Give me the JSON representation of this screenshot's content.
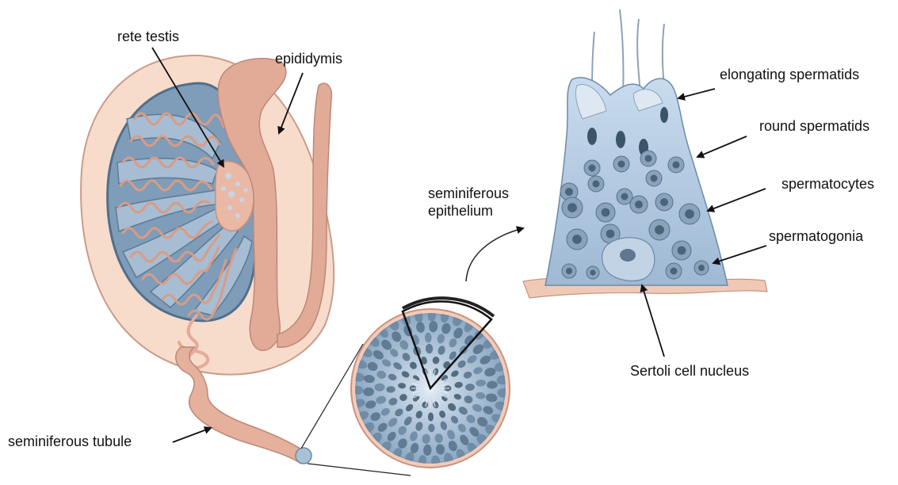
{
  "labels": {
    "rete_testis": "rete testis",
    "epididymis": "epididymis",
    "elongating_spermatids": "elongating spermatids",
    "round_spermatids": "round spermatids",
    "spermatocytes": "spermatocytes",
    "spermatogonia": "spermatogonia",
    "seminiferous_epithelium_line1": "seminiferous",
    "seminiferous_epithelium_line2": "epithelium",
    "sertoli_cell_nucleus": "Sertoli cell nucleus",
    "seminiferous_tubule": "seminiferous tubule"
  },
  "colors": {
    "tunica": "#f6d9c8",
    "tunica_edge": "#cfa08f",
    "tubule_pink": "#e0a995",
    "tubule_edge": "#b97f6d",
    "lumen_blue": "#5f7f9c",
    "tissue_blue": "#9fb6ce",
    "cell_blue": "#b8cbe0",
    "cell_dark": "#4b6479",
    "arrow": "#111111"
  }
}
